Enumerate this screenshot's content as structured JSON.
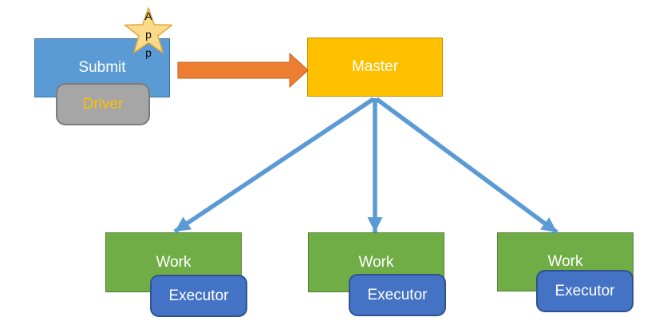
{
  "diagram": {
    "background": "#FFFFFF",
    "nodes": {
      "submit": {
        "label": "Submit"
      },
      "driver": {
        "label": "Driver"
      },
      "app_star": {
        "letters": [
          "A",
          "p",
          "p"
        ]
      },
      "master": {
        "label": "Master"
      },
      "workers": [
        {
          "label": "Work",
          "executor_label": "Executor"
        },
        {
          "label": "Work",
          "executor_label": "Executor"
        },
        {
          "label": "Work",
          "executor_label": "Executor"
        }
      ]
    },
    "connections": {
      "submit_to_master": {
        "style": "block-arrow",
        "color": "#ED7D31"
      },
      "master_to_workers": {
        "style": "line-arrow",
        "color": "#5B9BD5",
        "count": 3
      }
    },
    "colors": {
      "submit_fill": "#5B9BD5",
      "submit_border": "#41719C",
      "driver_fill": "#A6A6A6",
      "driver_text": "#FFC000",
      "star_fill": "#F9DB8B",
      "star_border": "#E2A63D",
      "master_fill": "#FFC000",
      "master_border": "#BF9000",
      "work_fill": "#70AD47",
      "work_border": "#507E32",
      "executor_fill": "#4472C4",
      "executor_border": "#2F528F",
      "label_text": "#FFFFFF",
      "app_text": "#000000"
    }
  }
}
